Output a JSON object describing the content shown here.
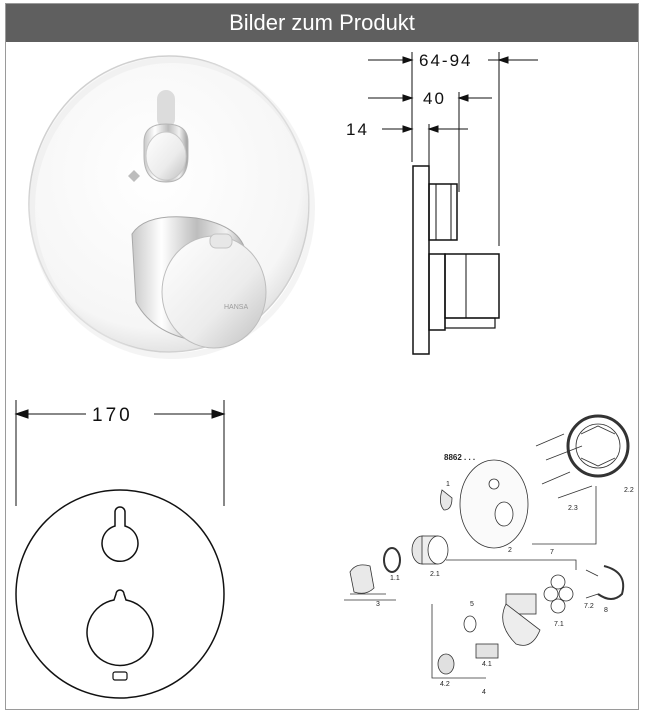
{
  "header": {
    "title": "Bilder zum Produkt"
  },
  "photo": {
    "brand_mark": "HANSA"
  },
  "side_drawing": {
    "dim_total": "64-94",
    "dim_middle": "40",
    "dim_plate": "14"
  },
  "front_drawing": {
    "dim_width": "170"
  },
  "exploded_view": {
    "part_numbers": [
      "8862 . . .",
      "1",
      "2",
      "2.1",
      "2.2",
      "2.3",
      "3",
      "1.1",
      "4",
      "4.1",
      "4.2",
      "5",
      "7",
      "7.1",
      "7.2",
      "8"
    ]
  }
}
